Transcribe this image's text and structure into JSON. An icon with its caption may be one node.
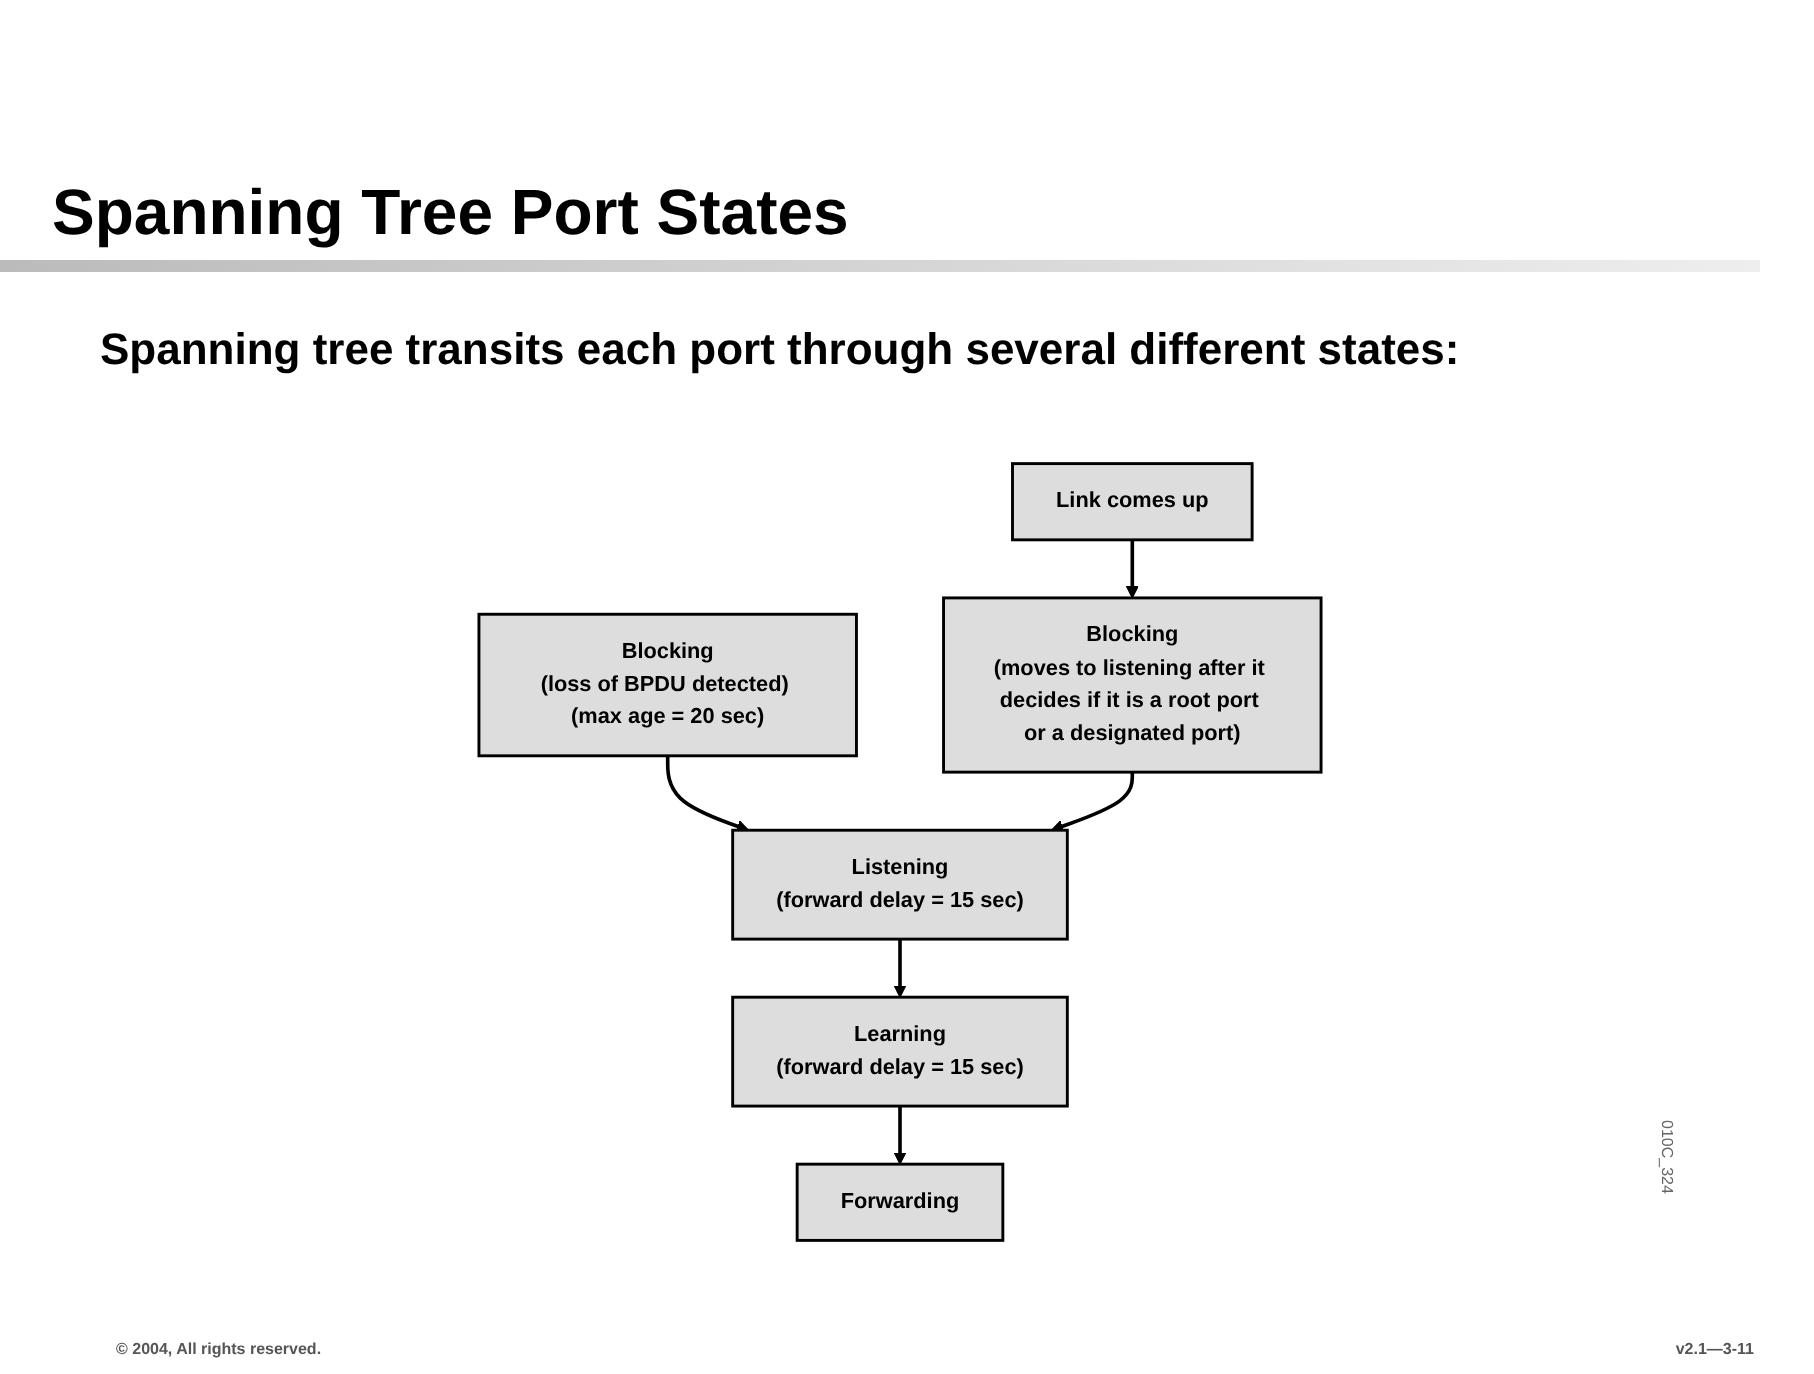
{
  "diagram": {
    "title": "Spanning Tree Port States",
    "nodes": [
      {
        "text": [
          "Blocking",
          "(loss of BPDU detected) (max age = 20 sec)"
        ]
      },
      {
        "text": [
          "Listening",
          "(forward delay = 15 sec)"
        ]
      },
      {
        "text": [
          "Learning",
          "(forward delay = 15 sec)"
        ]
      },
      {
        "text": [
          "Forwarding"
        ]
      },
      {
        "text": [
          "Blocking",
          "(moves to listening after it decides if it is a root port or a designated port)"
        ]
      },
      {
        "text": [
          "Link comes up"
        ]
      }
    ],
    "edges": [
      {
        "from": 0,
        "to": 1,
        "arrow": "to"
      },
      {
        "from": 1,
        "to": 2,
        "arrow": "to"
      },
      {
        "from": 2,
        "to": 3,
        "arrow": "to"
      },
      {
        "from": 4,
        "to": 1,
        "arrow": "to"
      },
      {
        "from": 5,
        "to": 4,
        "arrow": "to"
      }
    ],
    "labels": [
      "Spanning tree transits each port through several different states:",
      "010C_324",
      "© 2004, All rights reserved.",
      "v2.1—3-11"
    ]
  }
}
